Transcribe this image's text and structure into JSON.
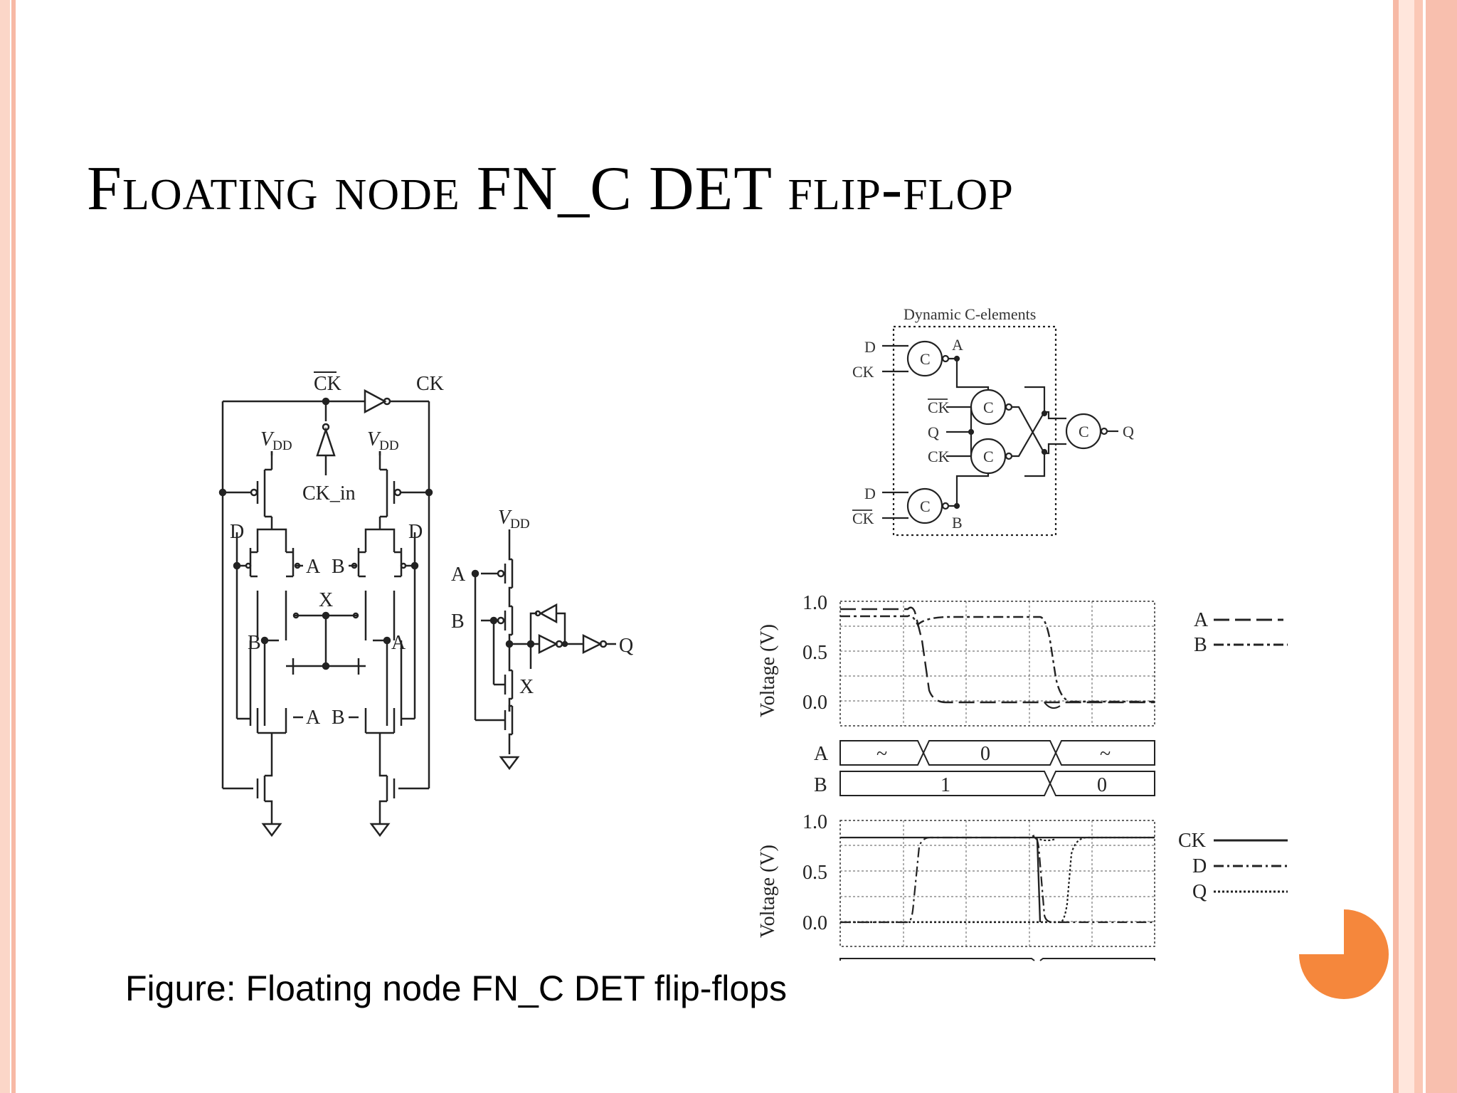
{
  "slide": {
    "title": "Floating node FN_C DET flip-flop",
    "caption": "Figure: Floating node FN_C DET flip-flops"
  },
  "schematic": {
    "ck_bar": "CK",
    "ck": "CK",
    "ck_in": "CK_in",
    "vdd_v": "V",
    "vdd_sub": "DD",
    "d": "D",
    "a": "A",
    "b": "B",
    "x": "X",
    "q": "Q"
  },
  "c_elements": {
    "title": "Dynamic C-elements",
    "gate": "C",
    "d": "D",
    "ck": "CK",
    "q": "Q",
    "a": "A",
    "b": "B"
  },
  "waveforms": {
    "ylabel": "Voltage (V)",
    "yticks": [
      "1.0",
      "0.5",
      "0.0"
    ],
    "legend_top": [
      "A",
      "B"
    ],
    "legend_bottom": [
      "CK",
      "D",
      "Q"
    ],
    "bus_a_label": "A",
    "bus_b_label": "B",
    "bus_a_values": [
      "~",
      "0",
      "~"
    ],
    "bus_b_values": [
      "1",
      "0"
    ]
  },
  "colors": {
    "accent": "#f5873c",
    "frame": "#f7b9a5",
    "ink": "#222222"
  }
}
